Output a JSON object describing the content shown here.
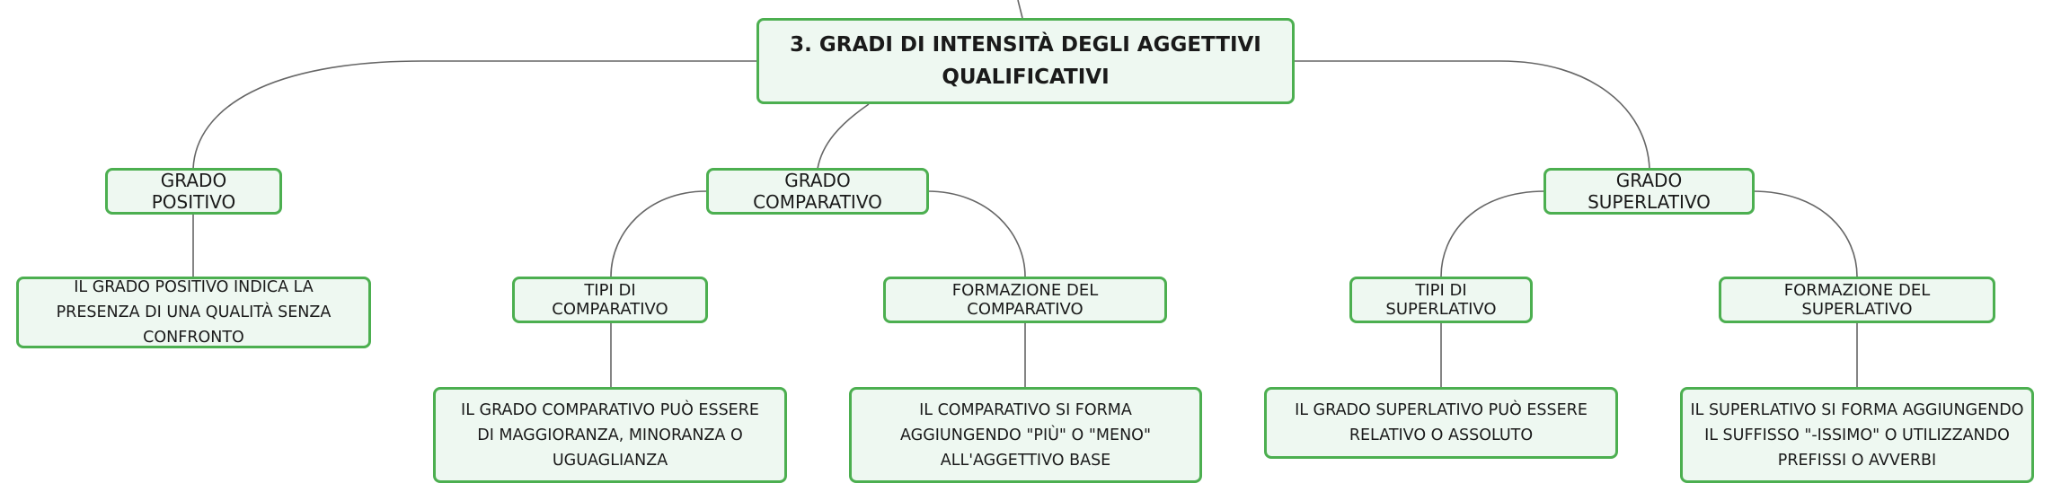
{
  "root": {
    "title_line1": "3. GRADI DI INTENSITÀ DEGLI AGGETTIVI",
    "title_line2": "QUALIFICATIVI"
  },
  "branches": {
    "positivo": {
      "label": "GRADO POSITIVO",
      "description": "IL GRADO POSITIVO INDICA LA PRESENZA DI UNA QUALITÀ SENZA CONFRONTO"
    },
    "comparativo": {
      "label": "GRADO COMPARATIVO",
      "tipi": {
        "label": "TIPI DI COMPARATIVO",
        "description": "IL GRADO COMPARATIVO PUÒ ESSERE DI MAGGIORANZA, MINORANZA O UGUAGLIANZA"
      },
      "formazione": {
        "label": "FORMAZIONE DEL COMPARATIVO",
        "description": "IL COMPARATIVO SI FORMA AGGIUNGENDO \"PIÙ\" O \"MENO\" ALL'AGGETTIVO BASE"
      }
    },
    "superlativo": {
      "label": "GRADO SUPERLATIVO",
      "tipi": {
        "label": "TIPI DI SUPERLATIVO",
        "description": "IL GRADO SUPERLATIVO PUÒ ESSERE RELATIVO O ASSOLUTO"
      },
      "formazione": {
        "label": "FORMAZIONE DEL SUPERLATIVO",
        "description": "IL SUPERLATIVO SI FORMA AGGIUNGENDO IL SUFFISSO \"-ISSIMO\" O UTILIZZANDO PREFISSI O AVVERBI"
      }
    }
  },
  "colors": {
    "node_border": "#4caf50",
    "node_fill": "#eef8f1",
    "connector": "#666666"
  }
}
